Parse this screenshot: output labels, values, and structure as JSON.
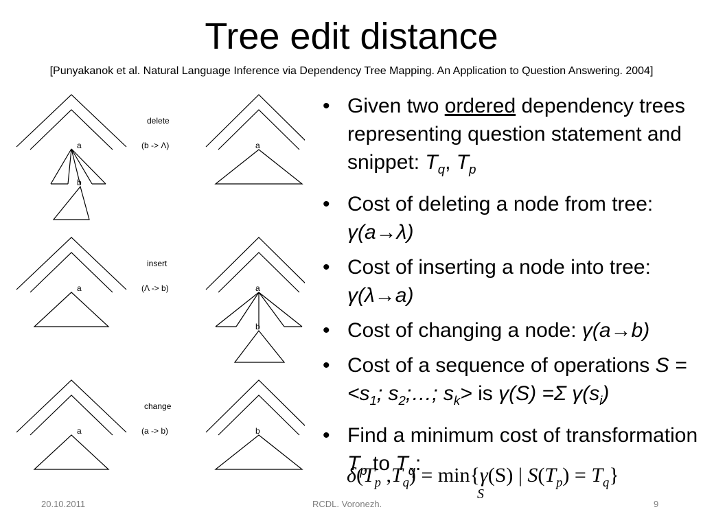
{
  "slide": {
    "title": "Tree edit distance",
    "citation": "[Punyakanok et al. Natural Language Inference via Dependency Tree Mapping. An Application to Question Answering. 2004]"
  },
  "diagram": {
    "delete": {
      "op": "delete",
      "formula": "(b -> Λ)",
      "left_labels": [
        "a",
        "b"
      ],
      "right_labels": [
        "a"
      ]
    },
    "insert": {
      "op": "insert",
      "formula": "(Λ -> b)",
      "left_labels": [
        "a"
      ],
      "right_labels": [
        "a",
        "b"
      ]
    },
    "change": {
      "op": "change",
      "formula": "(a -> b)",
      "left_labels": [
        "a"
      ],
      "right_labels": [
        "b"
      ]
    }
  },
  "bullets": [
    {
      "parts": [
        "Given two ",
        "ordered",
        " dependency trees representing question statement and snippet: ",
        "T",
        "q",
        ", ",
        "T",
        "p"
      ]
    },
    {
      "parts": [
        "Cost of deleting a node from tree: ",
        "γ(a→λ)"
      ]
    },
    {
      "parts": [
        "Cost of inserting a node into tree: ",
        "γ(λ→a)"
      ]
    },
    {
      "parts": [
        "Cost of changing a node: ",
        "γ(a→b)"
      ]
    },
    {
      "parts": [
        "Cost of a sequence of operations ",
        "S = <s",
        "1",
        "; s",
        "2",
        ";…; s",
        "k",
        ">",
        " is ",
        "γ(S) =Σ γ(s",
        "i",
        ")"
      ]
    },
    {
      "parts": [
        "Find a minimum cost of transformation ",
        "T",
        "p",
        " to ",
        "T",
        "q",
        ":"
      ]
    }
  ],
  "formula": {
    "delta": "δ",
    "open": "(",
    "T1": "T",
    "p1": "p",
    "comma": " ,",
    "T2": "T",
    "q1": "q",
    "close_eq": ") = min",
    "brace_open": "{",
    "gamma": "γ",
    "gamma_arg": "(S) | ",
    "S2": "S",
    "paren_open2": "(",
    "T3": "T",
    "p2": "p",
    "eq2": ") = ",
    "T4": "T",
    "q2": "q",
    "brace_close": "}",
    "min_sub": "S"
  },
  "footer": {
    "date": "20.10.2011",
    "center": "RCDL. Voronezh.",
    "page": "9"
  }
}
